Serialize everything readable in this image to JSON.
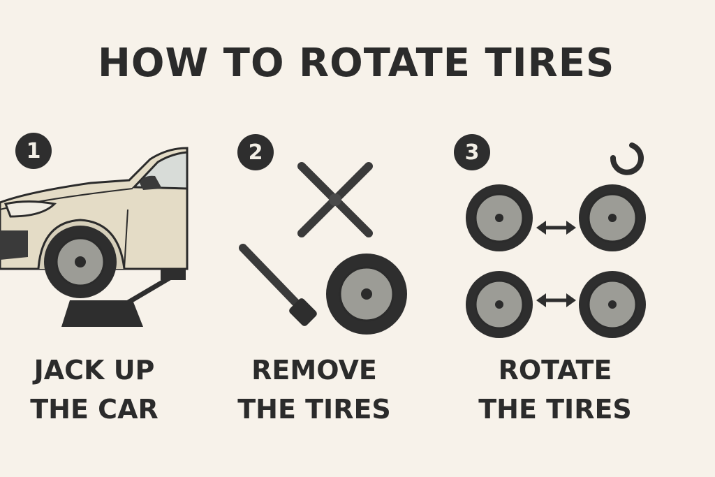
{
  "title": "HOW TO ROTATE TIRES",
  "steps": [
    {
      "number": "1",
      "line1": "JACK UP",
      "line2": "THE CAR"
    },
    {
      "number": "2",
      "line1": "REMOVE",
      "line2": "THE TIRES"
    },
    {
      "number": "3",
      "line1": "ROTATE",
      "line2": "THE TIRES"
    }
  ],
  "colors": {
    "background": "#f7f2ea",
    "ink": "#2b2b2b",
    "car_body": "#e4dcc6",
    "tire": "#2e2e2e",
    "hub": "#9c9c96"
  }
}
